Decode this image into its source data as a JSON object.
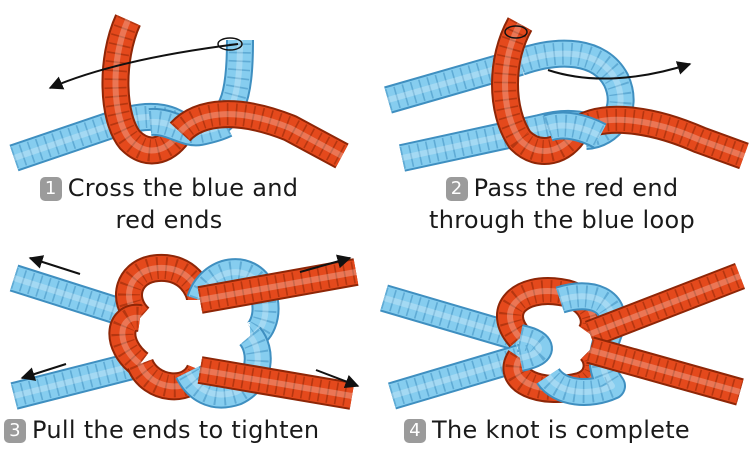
{
  "steps": [
    {
      "number": "1",
      "line1": "Cross the blue and",
      "line2": "red ends"
    },
    {
      "number": "2",
      "line1": "Pass the red end",
      "line2": "through the blue loop"
    },
    {
      "number": "3",
      "line1": "Pull the ends to tighten",
      "line2": ""
    },
    {
      "number": "4",
      "line1": "The knot is complete",
      "line2": ""
    }
  ],
  "colors": {
    "blue_rope": "#86cdef",
    "blue_rope_edge": "#3f8fc0",
    "red_rope": "#e4491c",
    "red_rope_edge": "#8e2607",
    "badge": "#9b9b9b",
    "arrow": "#111111"
  },
  "icons": [
    "reef-knot-step-1",
    "reef-knot-step-2",
    "reef-knot-step-3",
    "reef-knot-step-4",
    "arrow-icon"
  ]
}
